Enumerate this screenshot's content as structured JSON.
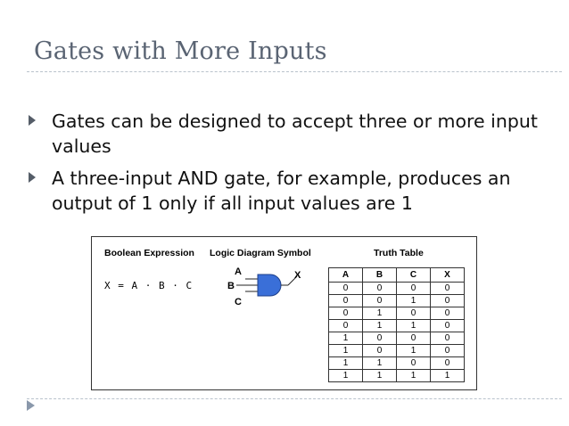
{
  "slide": {
    "title": "Gates with More Inputs",
    "bullets": [
      "Gates can be designed to accept three or more input values",
      "A three-input AND gate, for example, produces an output of 1 only if all input values are 1"
    ]
  },
  "figure": {
    "boolean_heading": "Boolean Expression",
    "expression": "X = A · B · C",
    "diagram_heading": "Logic Diagram Symbol",
    "gate_inputs": [
      "A",
      "B",
      "C"
    ],
    "gate_output": "X",
    "table_heading": "Truth Table",
    "truth_table": {
      "headers": [
        "A",
        "B",
        "C",
        "X"
      ],
      "rows": [
        [
          "0",
          "0",
          "0",
          "0"
        ],
        [
          "0",
          "0",
          "1",
          "0"
        ],
        [
          "0",
          "1",
          "0",
          "0"
        ],
        [
          "0",
          "1",
          "1",
          "0"
        ],
        [
          "1",
          "0",
          "0",
          "0"
        ],
        [
          "1",
          "0",
          "1",
          "0"
        ],
        [
          "1",
          "1",
          "0",
          "0"
        ],
        [
          "1",
          "1",
          "1",
          "1"
        ]
      ]
    }
  }
}
